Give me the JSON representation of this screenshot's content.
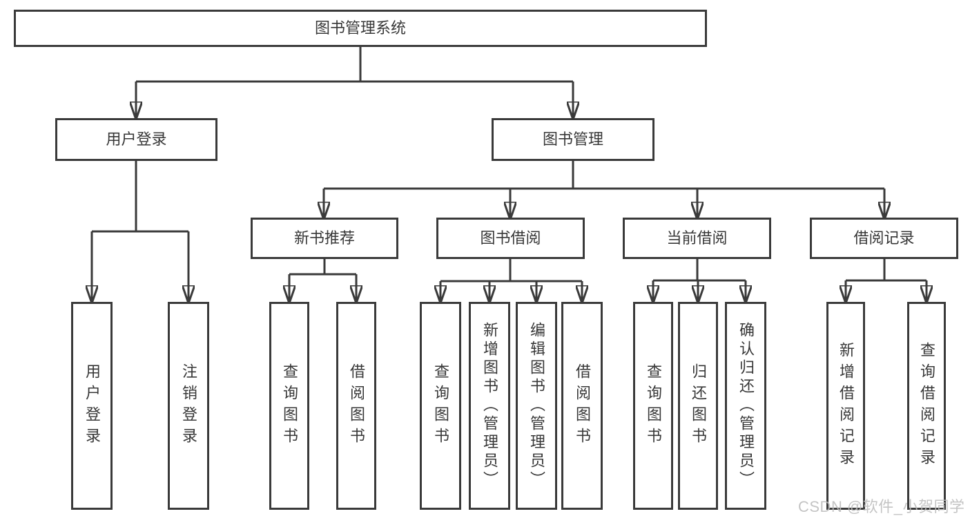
{
  "tree": {
    "root": {
      "label": "图书管理系统",
      "children": [
        {
          "label": "用户登录",
          "children": [
            {
              "label": "用户登录"
            },
            {
              "label": "注销登录"
            }
          ]
        },
        {
          "label": "图书管理",
          "children": [
            {
              "label": "新书推荐",
              "children": [
                {
                  "label": "查询图书"
                },
                {
                  "label": "借阅图书"
                }
              ]
            },
            {
              "label": "图书借阅",
              "children": [
                {
                  "label": "查询图书"
                },
                {
                  "label": "新增图书（管理员）"
                },
                {
                  "label": "编辑图书（管理员）"
                },
                {
                  "label": "借阅图书"
                }
              ]
            },
            {
              "label": "当前借阅",
              "children": [
                {
                  "label": "查询图书"
                },
                {
                  "label": "归还图书"
                },
                {
                  "label": "确认归还（管理员）"
                }
              ]
            },
            {
              "label": "借阅记录",
              "children": [
                {
                  "label": "新增借阅记录"
                },
                {
                  "label": "查询借阅记录"
                }
              ]
            }
          ]
        }
      ]
    }
  },
  "watermark": {
    "text": "CSDN @软件_小贺同学"
  },
  "colors": {
    "line": "#3a3a3a",
    "text": "#373737",
    "watermark": "#bdbdbd",
    "background": "#ffffff"
  }
}
